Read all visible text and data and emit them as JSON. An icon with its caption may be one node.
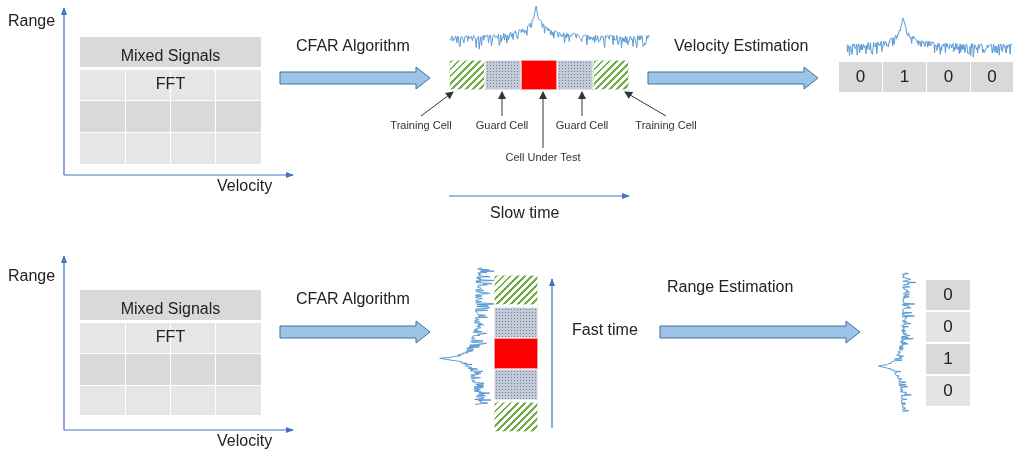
{
  "diagram": {
    "nodes": [
      {
        "text": [
          "Mixed Signals FFT"
        ]
      },
      {
        "text": [],
        "shape": "bar"
      },
      {
        "text": [],
        "shape": "box",
        "in": 1
      },
      {
        "text": [],
        "shape": "box",
        "in": 1
      },
      {
        "text": [],
        "shape": "box",
        "in": 1
      },
      {
        "text": [],
        "shape": "box",
        "in": 1
      },
      {
        "text": [],
        "shape": "box",
        "in": 1
      },
      {
        "text": [
          "Training Cell"
        ]
      },
      {
        "text": [
          "Guard Cell"
        ]
      },
      {
        "text": [
          "Cell Under Test"
        ]
      },
      {
        "text": [
          "Guard Cell"
        ]
      },
      {
        "text": [
          "Training Cell"
        ]
      },
      {
        "text": [],
        "shape": "box"
      },
      {
        "text": [
          "0"
        ],
        "in": 12
      },
      {
        "text": [
          "1"
        ],
        "in": 12
      },
      {
        "text": [
          "0"
        ],
        "in": 12
      },
      {
        "text": [
          "0"
        ],
        "in": 12
      },
      {
        "text": [
          "Mixed Signals FFT"
        ]
      },
      {
        "text": [],
        "shape": "bar"
      },
      {
        "text": [],
        "shape": "box",
        "in": 18
      },
      {
        "text": [],
        "shape": "box",
        "in": 18
      },
      {
        "text": [],
        "shape": "box",
        "in": 18
      },
      {
        "text": [],
        "shape": "box",
        "in": 18
      },
      {
        "text": [],
        "shape": "box",
        "in": 18
      },
      {
        "text": [],
        "shape": "box"
      },
      {
        "text": [
          "0"
        ],
        "in": 24
      },
      {
        "text": [
          "0"
        ],
        "in": 24
      },
      {
        "text": [
          "1"
        ],
        "in": 24
      },
      {
        "text": [
          "0"
        ],
        "in": 24
      }
    ],
    "edges": [
      {
        "from": 0,
        "to": 1,
        "arrow": "to",
        "label": "CFAR Algorithm"
      },
      {
        "from": 1,
        "to": 12,
        "arrow": "to",
        "label": "Velocity Estimation"
      },
      {
        "from": 7,
        "to": 2,
        "arrow": "to"
      },
      {
        "from": 8,
        "to": 3,
        "arrow": "to"
      },
      {
        "from": 9,
        "to": 4,
        "arrow": "to"
      },
      {
        "from": 10,
        "to": 5,
        "arrow": "to"
      },
      {
        "from": 11,
        "to": 6,
        "arrow": "to"
      },
      {
        "from": 17,
        "to": 18,
        "arrow": "to",
        "label": "CFAR Algorithm"
      },
      {
        "from": 18,
        "to": 24,
        "arrow": "to",
        "label": "Range Estimation"
      }
    ],
    "labels": [
      "Range",
      "Velocity",
      "Slow time",
      "Range",
      "Velocity",
      "Fast time"
    ]
  }
}
